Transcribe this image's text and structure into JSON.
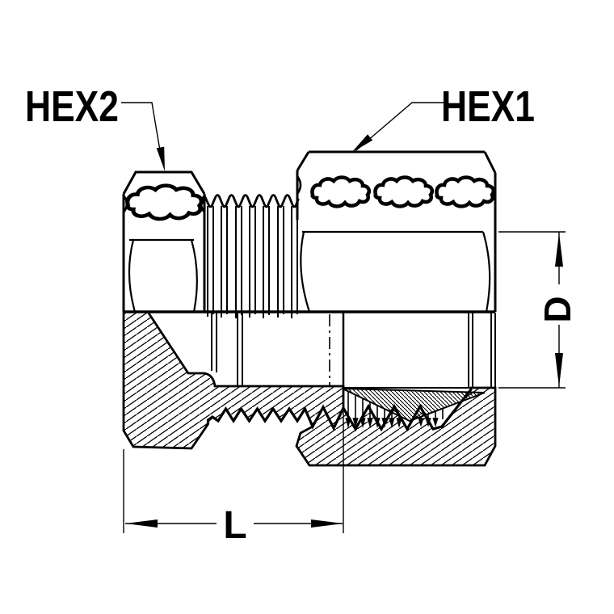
{
  "drawing": {
    "labels": {
      "hex2": "HEX2",
      "hex1": "HEX1"
    },
    "dimensions": {
      "diameter": "D",
      "length": "L"
    },
    "colors": {
      "line": "#000000",
      "background": "#ffffff"
    }
  }
}
